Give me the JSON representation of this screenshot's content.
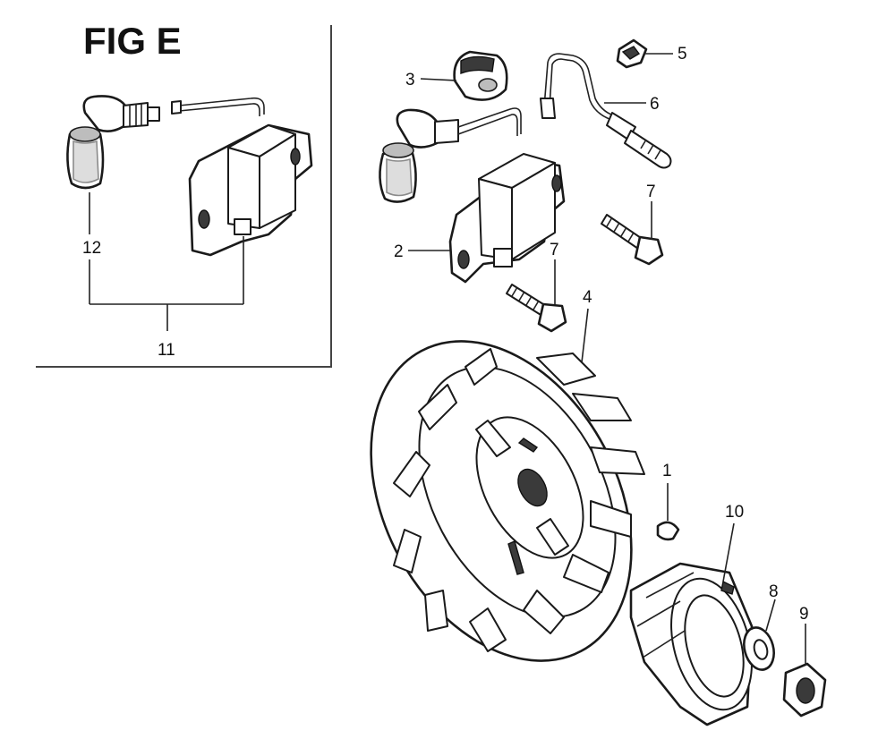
{
  "figure": {
    "title": "FIG E"
  },
  "callouts": [
    {
      "id": "c1",
      "label": "1"
    },
    {
      "id": "c2",
      "label": "2"
    },
    {
      "id": "c3",
      "label": "3"
    },
    {
      "id": "c4",
      "label": "4"
    },
    {
      "id": "c5",
      "label": "5"
    },
    {
      "id": "c6",
      "label": "6"
    },
    {
      "id": "c7a",
      "label": "7"
    },
    {
      "id": "c7b",
      "label": "7"
    },
    {
      "id": "c8",
      "label": "8"
    },
    {
      "id": "c9",
      "label": "9"
    },
    {
      "id": "c10",
      "label": "10"
    },
    {
      "id": "c11",
      "label": "11"
    },
    {
      "id": "c12",
      "label": "12"
    }
  ]
}
